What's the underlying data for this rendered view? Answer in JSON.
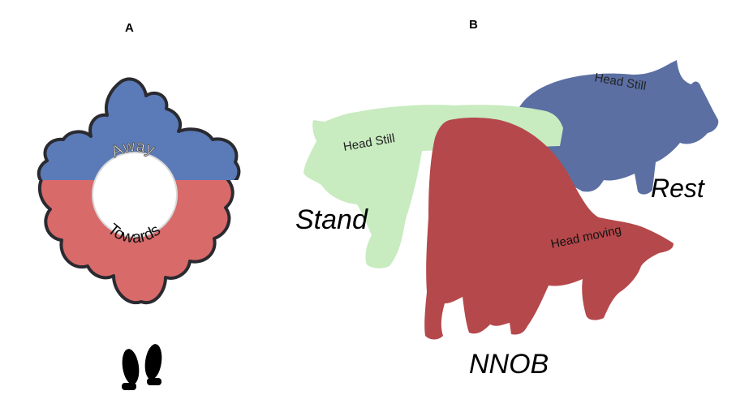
{
  "panels": {
    "a": {
      "label": "A",
      "ring_upper_text": "Away",
      "ring_lower_text": "Towards",
      "colors": {
        "away": "#5b7ab8",
        "towards": "#d86a6a",
        "outline": "#2a2a30"
      },
      "footprints_icon": "footprints-icon"
    },
    "b": {
      "label": "B",
      "pigs": {
        "rest": {
          "name": "Rest",
          "region": "Head Still",
          "color": "#5b6fa3"
        },
        "stand": {
          "name": "Stand",
          "region": "Head Still",
          "color": "#c8ebbf"
        },
        "nnob": {
          "name": "NNOB",
          "region": "Head moving",
          "color": "#b5484b"
        }
      }
    }
  }
}
